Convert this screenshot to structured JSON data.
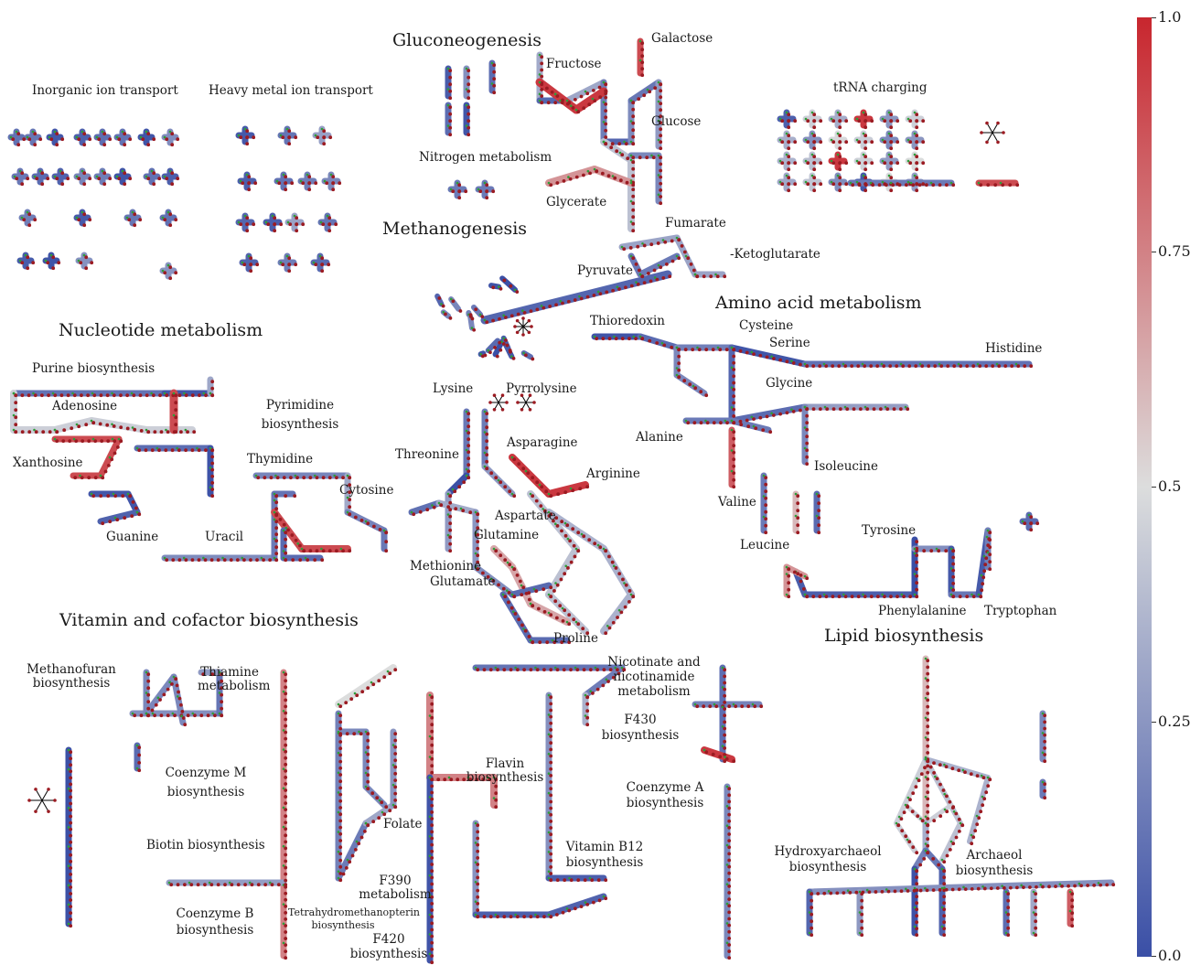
{
  "headings": {
    "gluconeogenesis": "Gluconeogenesis",
    "methanogenesis": "Methanogenesis",
    "amino_acid": "Amino acid metabolism",
    "nucleotide": "Nucleotide metabolism",
    "vitamin": "Vitamin and cofactor biosynthesis",
    "lipid": "Lipid biosynthesis"
  },
  "sections": {
    "inorganic": "Inorganic ion transport",
    "heavy_metal": "Heavy metal ion transport",
    "trna": "tRNA charging",
    "nitrogen": "Nitrogen metabolism"
  },
  "labels": {
    "galactose": "Galactose",
    "fructose": "Fructose",
    "glucose": "Glucose",
    "glycerate": "Glycerate",
    "fumarate": "Fumarate",
    "ketoglutarate": "-Ketoglutarate",
    "pyruvate": "Pyruvate",
    "thioredoxin": "Thioredoxin",
    "cysteine": "Cysteine",
    "serine": "Serine",
    "histidine": "Histidine",
    "glycine": "Glycine",
    "alanine": "Alanine",
    "isoleucine": "Isoleucine",
    "valine": "Valine",
    "leucine": "Leucine",
    "tyrosine": "Tyrosine",
    "phenylalanine": "Phenylalanine",
    "tryptophan": "Tryptophan",
    "lysine": "Lysine",
    "pyrrolysine": "Pyrrolysine",
    "threonine": "Threonine",
    "asparagine": "Asparagine",
    "arginine": "Arginine",
    "aspartate": "Aspartate",
    "glutamine": "Glutamine",
    "methionine": "Methionine",
    "glutamate": "Glutamate",
    "proline": "Proline",
    "purine": "Purine biosynthesis",
    "adenosine": "Adenosine",
    "xanthosine": "Xanthosine",
    "guanine": "Guanine",
    "pyrimidine": "Pyrimidine biosynthesis",
    "thymidine": "Thymidine",
    "cytosine": "Cytosine",
    "uracil": "Uracil",
    "methanofuran": "Methanofuran biosynthesis",
    "thiamine": "Thiamine metabolism",
    "coenzyme_m": "Coenzyme M biosynthesis",
    "biotin": "Biotin biosynthesis",
    "coenzyme_b": "Coenzyme B biosynthesis",
    "thmpt": "Tetrahydromethanopterin biosynthesis",
    "folate": "Folate",
    "f390": "F390 metabolism",
    "f420": "F420 biosynthesis",
    "flavin": "Flavin biosynthesis",
    "vitamin_b12": "Vitamin B12 biosynthesis",
    "nicotinate": "Nicotinate and nicotinamide metabolism",
    "f430": "F430 biosynthesis",
    "coenzyme_a": "Coenzyme A biosynthesis",
    "hydroxyarchaeol": "Hydroxyarchaeol biosynthesis",
    "archaeol": "Archaeol biosynthesis"
  },
  "colorbar": {
    "min": 0.0,
    "max": 1.0,
    "ticks": [
      "1.0",
      "0.75",
      "0.5",
      "0.25",
      "0.0"
    ],
    "colors": {
      "high": "#c8262e",
      "mid": "#dcdddd",
      "low": "#3a4fa6"
    }
  },
  "node_colors": {
    "metabolite": "#9b1b22",
    "reaction": "#2e9d3a",
    "edge_line": "#000000"
  }
}
